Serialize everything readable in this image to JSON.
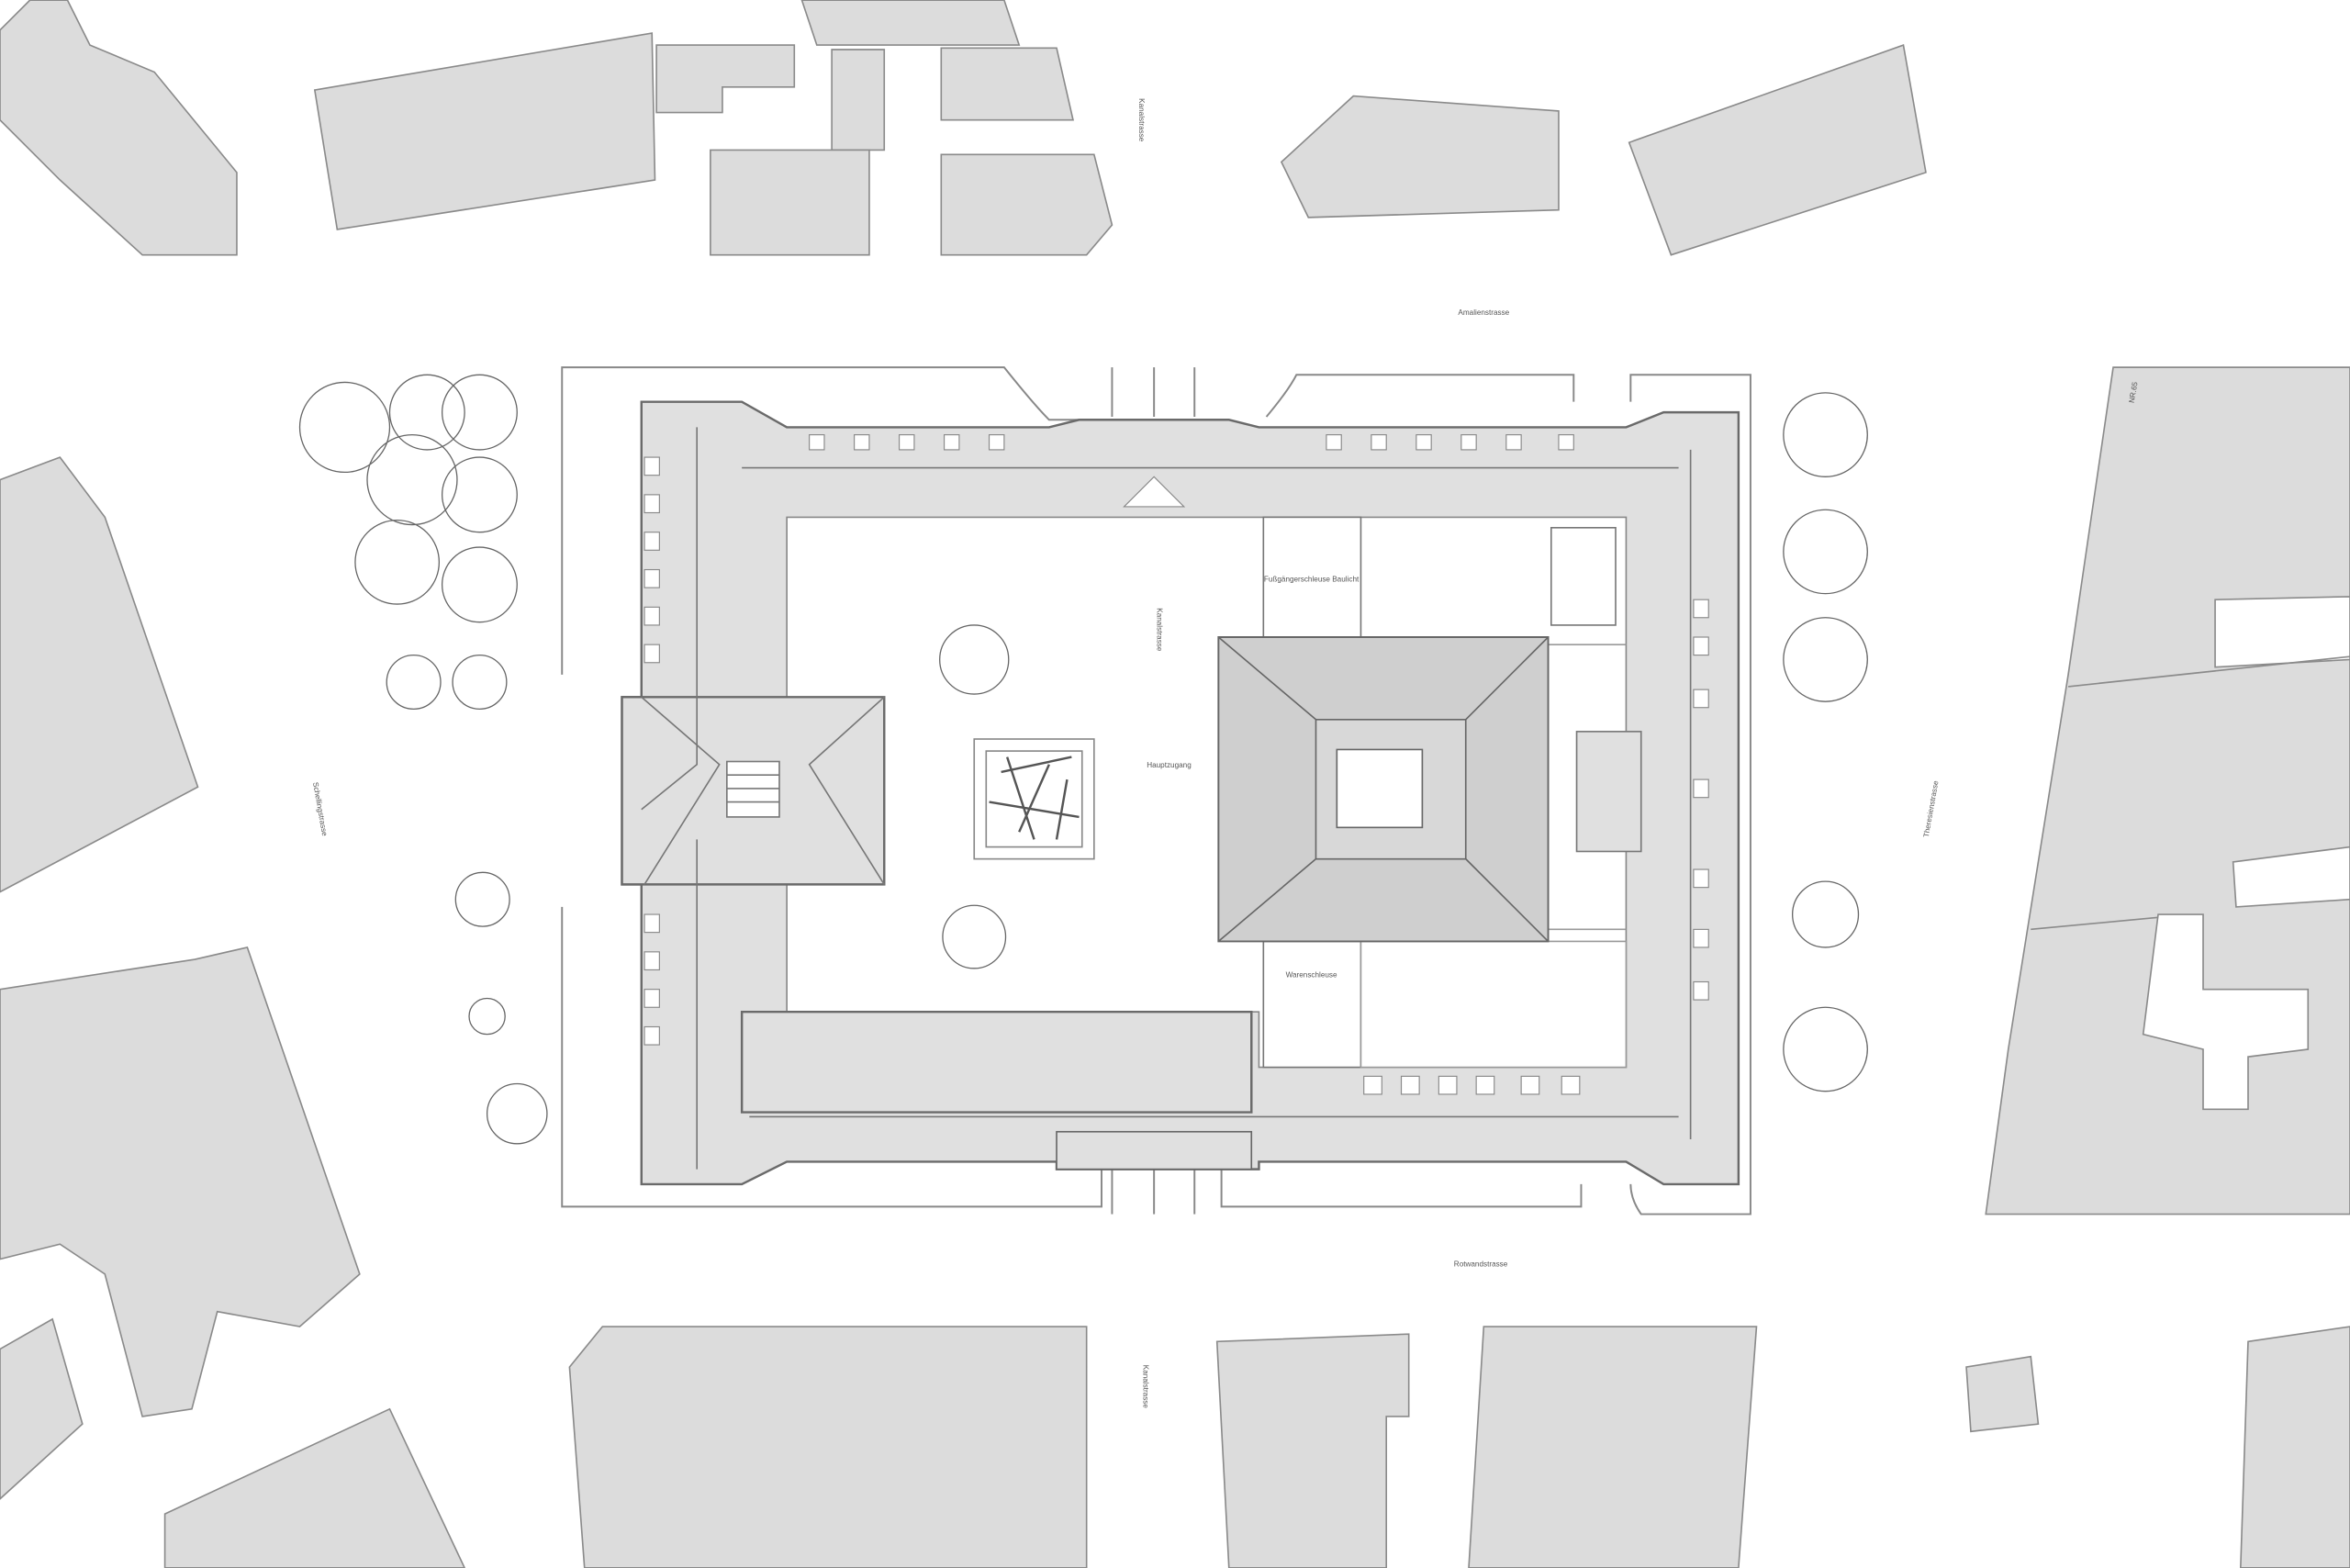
{
  "streets": {
    "north": "Amalienstrasse",
    "south": "Rotwandstrasse",
    "west": "Schellingstrasse",
    "east": "Theresienstrasse",
    "center": "Kanalstrasse",
    "north_small": "Kanalstrasse",
    "south_small": "Kanalstrasse"
  },
  "rooms": {
    "security": "Fußgängerschleuse Baulicht",
    "entrance": "Hauptzugang",
    "goods": "Warenschleuse"
  },
  "plot_label": "NR.65",
  "colors": {
    "building": "#dcdcdc",
    "outline": "#8a8a8a",
    "background": "#ffffff"
  }
}
